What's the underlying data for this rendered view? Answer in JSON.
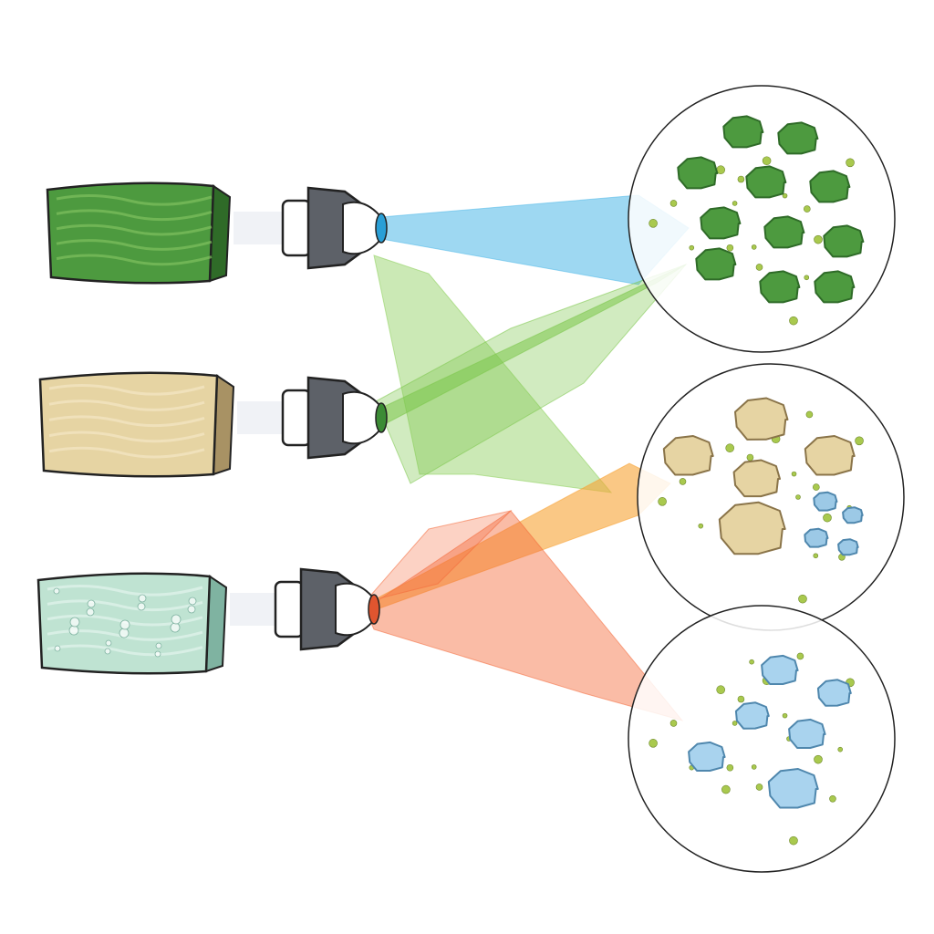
{
  "diagram": {
    "rows": [
      {
        "block": {
          "material": "green-vegetation",
          "fill": "#4d9a3f",
          "edge": "#2f6b28",
          "highlight": "#7fc060"
        },
        "emitter": {
          "lens": "#2a9fd6"
        },
        "beam": {
          "color": "#4fb8e8",
          "targets_sample": 0
        }
      },
      {
        "block": {
          "material": "sandstone-layered",
          "fill": "#e6d4a3",
          "edge": "#a89264",
          "highlight": "#f3e7c4"
        },
        "emitter": {
          "lens": "#3c8b35"
        },
        "beam": {
          "color": "#7bc64a",
          "targets_sample": 0
        }
      },
      {
        "block": {
          "material": "aqua-porous",
          "fill": "#bfe3d2",
          "edge": "#7fb3a1",
          "highlight": "#e2f4ec"
        },
        "emitter": {
          "lens": "#e0552f"
        },
        "beam": {
          "color": "#f46a3a",
          "targets_sample": 2
        }
      }
    ],
    "crossing_beams": [
      {
        "color": "#8ccf5a",
        "from_row": 0,
        "to_sample": 1
      },
      {
        "color": "#f7a334",
        "from_row": 2,
        "to_sample": 1
      }
    ],
    "samples": [
      {
        "contents": "green-clusters",
        "cluster_color": "#4d9a3f",
        "dot_color": "#a9c94e"
      },
      {
        "contents": "sand-flakes-and-blue-bubbles",
        "cluster_color": "#e6d4a3",
        "bubble_color": "#9cc9e6",
        "dot_color": "#a9c94e"
      },
      {
        "contents": "blue-clusters",
        "cluster_color": "#a9d3ee",
        "dot_color": "#a9c94e"
      }
    ]
  }
}
